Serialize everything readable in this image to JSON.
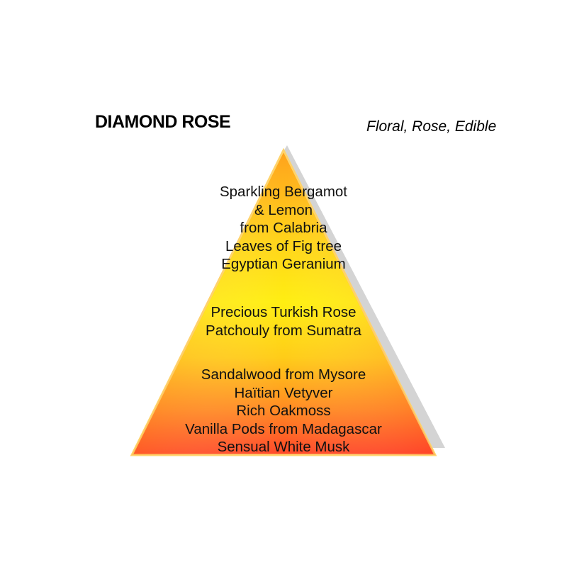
{
  "product": {
    "name": "DIAMOND ROSE",
    "tags": "Floral, Rose, Edible"
  },
  "pyramid": {
    "colors": {
      "top": "#ffa41e",
      "middle": "#ffee10",
      "bottom": "#ff4a28",
      "shadow": "#d6d6d6",
      "edge": "#ffd070"
    },
    "top_notes": [
      "Sparkling Bergamot",
      "& Lemon",
      "from Calabria",
      "Leaves of Fig tree",
      "Egyptian Geranium"
    ],
    "heart_notes": [
      "Precious Turkish Rose",
      "Patchouly from Sumatra"
    ],
    "base_notes": [
      "Sandalwood from Mysore",
      "Haïtian Vetyver",
      "Rich Oakmoss",
      "Vanilla Pods from Madagascar",
      "Sensual White Musk"
    ]
  }
}
